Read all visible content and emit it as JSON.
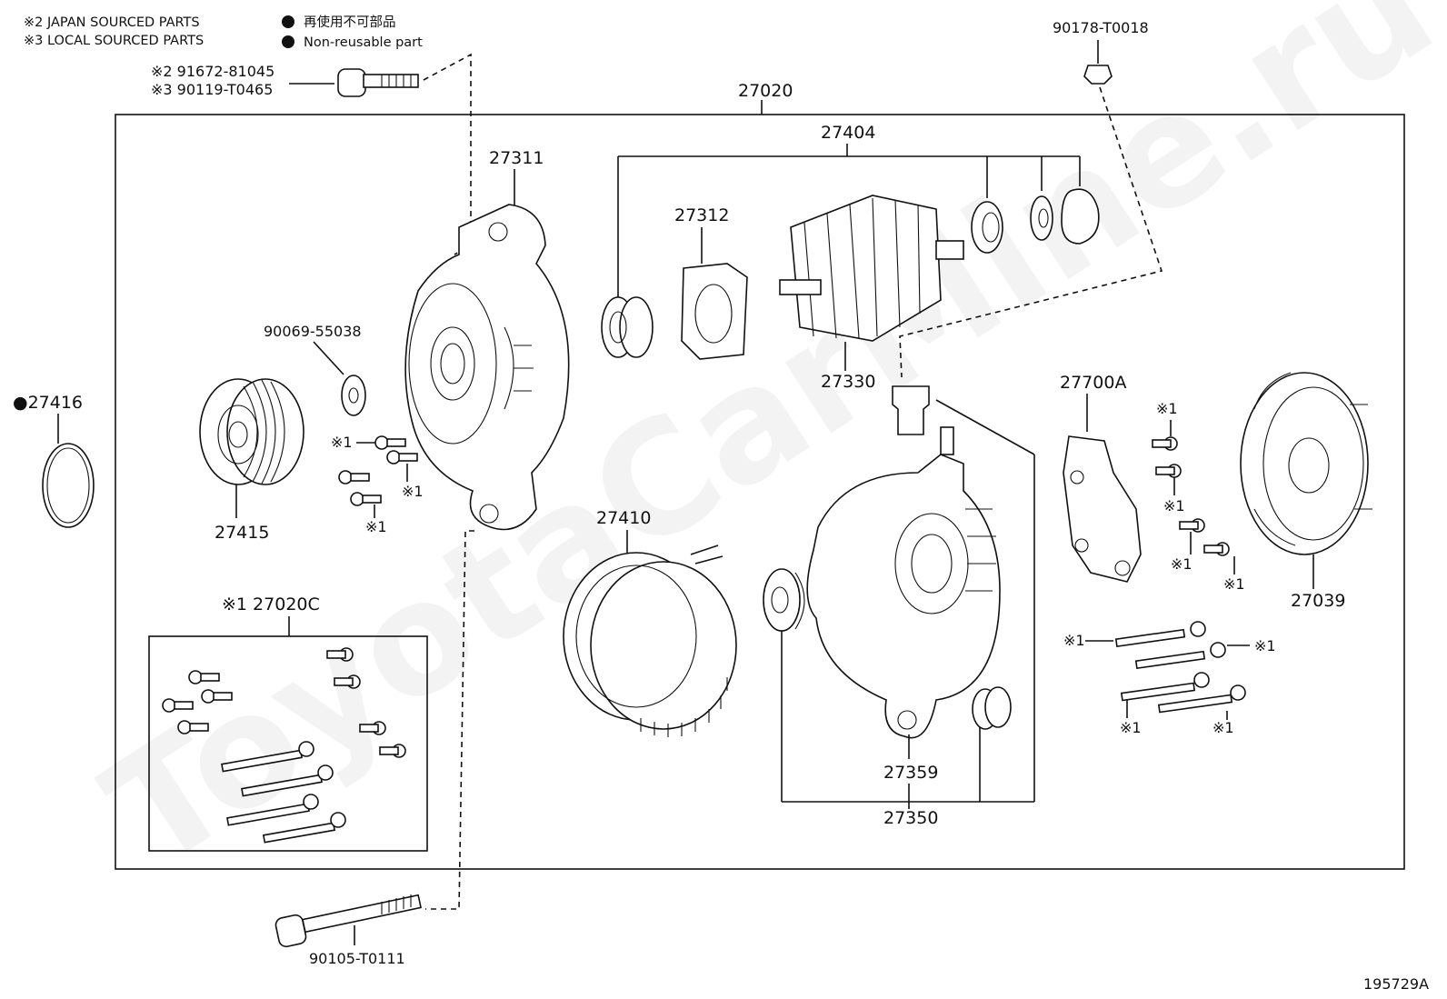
{
  "legend": {
    "japan_sourced": "※2 JAPAN SOURCED PARTS",
    "local_sourced": "※3 LOCAL SOURCED PARTS",
    "non_reusable_jp": "再使用不可部品",
    "non_reusable_en": "Non-reusable part"
  },
  "watermark": "ToyotaCarMine.ru",
  "diagram_id": "195729A",
  "labels": {
    "p27020": "27020",
    "p27404": "27404",
    "p27311": "27311",
    "p27312": "27312",
    "p27330": "27330",
    "p27700A": "27700A",
    "p27039": "27039",
    "p27416": "●27416",
    "p27415": "27415",
    "p90069": "90069-55038",
    "p27410": "27410",
    "p27020C": "※1  27020C",
    "p27359": "27359",
    "p27350": "27350",
    "p90105": "90105-T0111",
    "p90178": "90178-T0018",
    "p91672": "※2  91672-81045",
    "p90119": "※3  90119-T0465"
  },
  "marks": {
    "x1": "※1"
  }
}
